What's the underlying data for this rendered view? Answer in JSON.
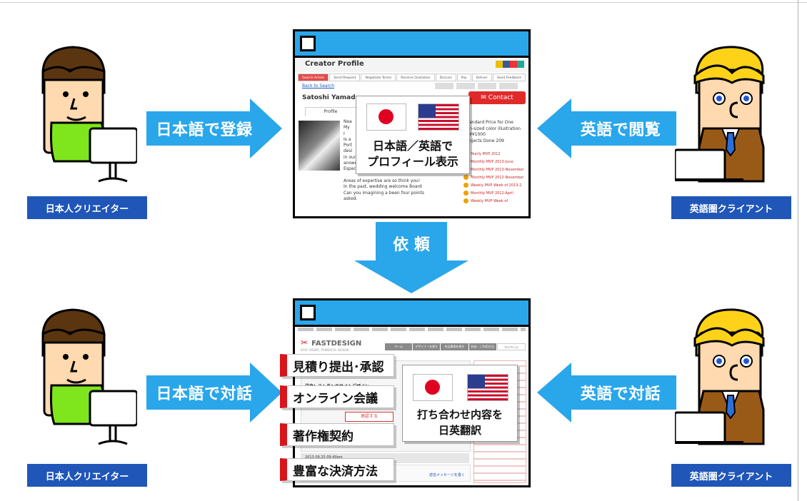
{
  "top_row": {
    "left_arrow_label": "日本語で登録",
    "right_arrow_label": "英語で閲覧",
    "left_person_label": "日本人クリエイター",
    "right_person_label": "英語圏クライアント",
    "screen": {
      "page_title": "Creator Profile",
      "tabs": [
        "Search Artists",
        "Send Request",
        "Negotiate Terms",
        "Receive Quotation",
        "Discuss",
        "Pay",
        "Deliver",
        "Send Feedback"
      ],
      "back_link": "Back to Search",
      "creator_name": "Satoshi Yamada",
      "contact_button": "Contact",
      "profile_tab": "Profile",
      "bio_lines": [
        "Nea",
        "My",
        "I",
        "Is a",
        "Port",
        "desi",
        "in our best endeavor to be able to",
        "answer all your needs!",
        "Especially \"cute\" \"cool\" and \"sexy\" genre",
        "",
        "Areas of expertise are so think you!",
        "In the past, wedding welcome Board",
        "Can you imagining a been four points",
        "asked."
      ],
      "price_lines": [
        "andard Price for One",
        "n-sized color illustration",
        "¥¥1000",
        "ojects Done  209"
      ],
      "awards": [
        "Yearly MVP 2012",
        "Monthly MVP 2013-June",
        "Monthly MVP 2013-November",
        "Monthly MVP 2012-November",
        "Weekly MVP Week of 2013-2",
        "Monthly MVP 2012-April",
        "Weekly MVP Week of"
      ],
      "popup_text_line1": "日本語／英語で",
      "popup_text_line2": "プロフィール表示"
    }
  },
  "middle_arrow_label": "依 頼",
  "bottom_row": {
    "left_arrow_label": "日本語で対話",
    "right_arrow_label": "英語で対話",
    "left_person_label": "日本人クリエイター",
    "right_person_label": "英語圏クライアント",
    "screen": {
      "logo": "FASTDESIGN",
      "logo_tagline": "EASY ORDER, POWERFUL DESIGN",
      "nav_items": [
        "ホーム",
        "デザイナーを探す",
        "作品事例を探す",
        "料金・ご利用方法",
        "マイページ"
      ],
      "sub_header": "洋食レストランのサイトデザイン",
      "button_text": "承認する",
      "date_text": "2013.09.25 09:40pm",
      "reply_link": "返信メッセージを書く",
      "popup_text_line1": "打ち合わせ内容を",
      "popup_text_line2": "日英翻訳"
    },
    "features": [
      "見積り提出･承認",
      "オンライン会議",
      "著作権契約",
      "豊富な決済方法"
    ]
  },
  "colors": {
    "arrow_blue": "#2aa6ea",
    "label_blue": "#1f56b8",
    "titlebar_blue": "#2aa6ea",
    "feature_red": "#d9141b",
    "shirt_green": "#7fe51c",
    "hair_brown": "#5a3510",
    "hair_blond": "#ffd21a",
    "suit_brown": "#9a5a17"
  }
}
